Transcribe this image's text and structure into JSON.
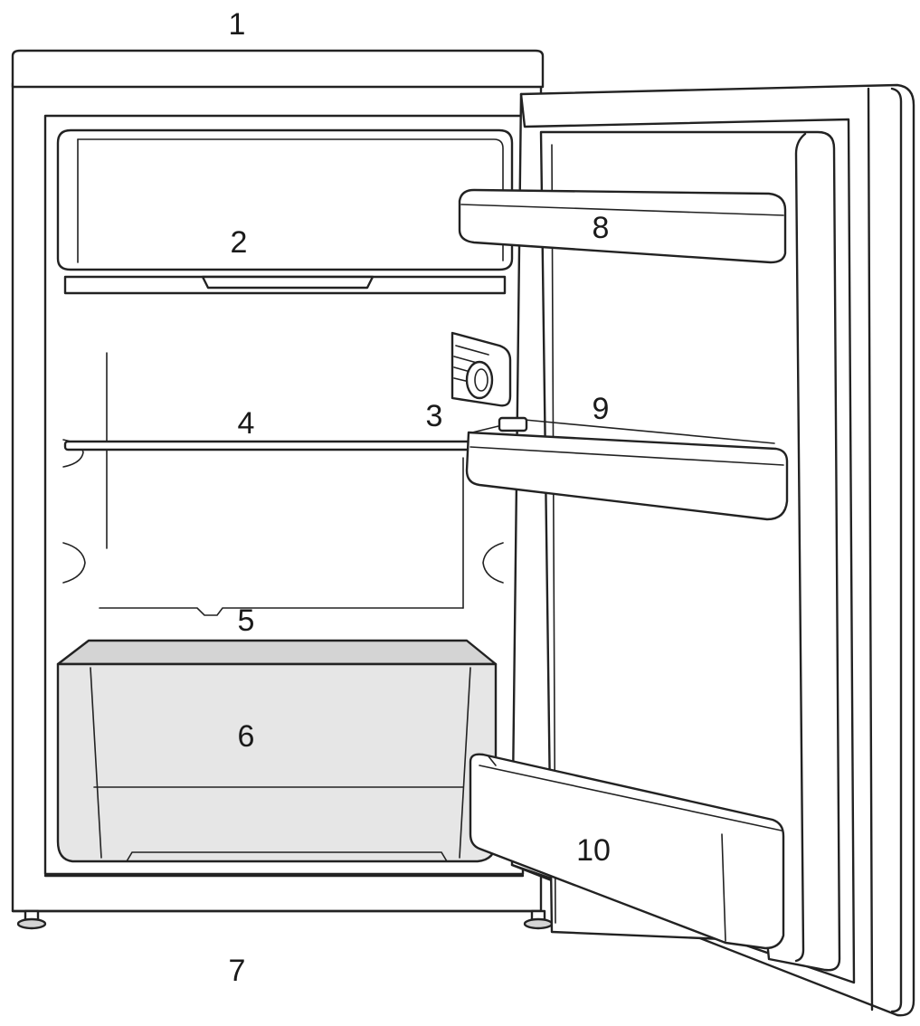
{
  "diagram": {
    "parts": [
      {
        "id": "p1",
        "label": "1"
      },
      {
        "id": "p2",
        "label": "2"
      },
      {
        "id": "p3",
        "label": "3"
      },
      {
        "id": "p4",
        "label": "4"
      },
      {
        "id": "p5",
        "label": "5"
      },
      {
        "id": "p6",
        "label": "6"
      },
      {
        "id": "p7",
        "label": "7"
      },
      {
        "id": "p8",
        "label": "8"
      },
      {
        "id": "p9",
        "label": "9"
      },
      {
        "id": "p10",
        "label": "10"
      }
    ]
  }
}
